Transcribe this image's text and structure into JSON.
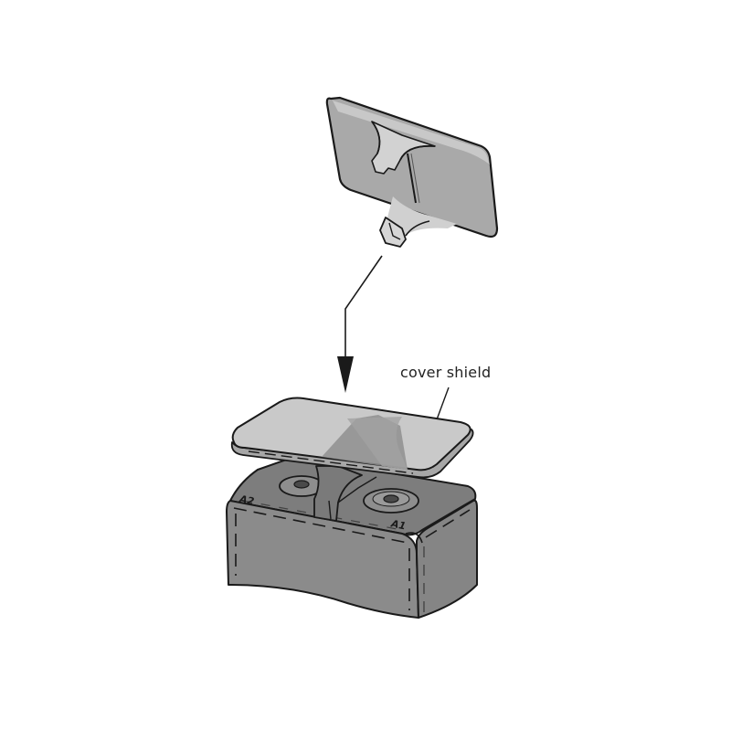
{
  "diagram": {
    "type": "assembly-illustration",
    "description": "Cover shield is placed onto terminal block as indicated by arrow",
    "callout": {
      "label": "cover shield"
    },
    "terminals": [
      {
        "id": "a2",
        "label": "A2"
      },
      {
        "id": "a1",
        "label": "A1"
      }
    ],
    "parts": [
      {
        "id": "cover-shield-exploded",
        "name": "cover shield (before install)"
      },
      {
        "id": "cover-shield-installed",
        "name": "cover shield (installed)"
      },
      {
        "id": "terminal-block",
        "name": "terminal block"
      }
    ],
    "colors": {
      "shield_light": "#c8c8c8",
      "shield_shadow": "#9a9a9a",
      "block_body": "#8c8c8c",
      "block_top": "#7f7f7f",
      "outline": "#1a1a1a"
    }
  }
}
